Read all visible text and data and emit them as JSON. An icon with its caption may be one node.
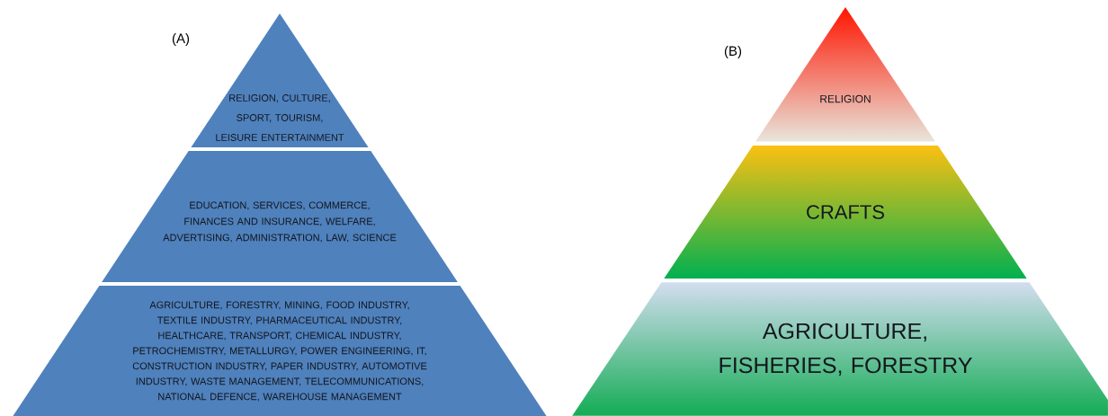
{
  "diagram": {
    "nodes": [
      {
        "text": [
          "RELIGION, CULTURE, SPORT, TOURISM, LEISURE ENTERTAINMENT"
        ]
      },
      {
        "text": [
          "EDUCATION, SERVICES, COMMERCE, FINANCES AND INSURANCE, WELFARE, ADVERTISING, ADMINISTRATION, LAW, SCIENCE"
        ]
      },
      {
        "text": [
          "AGRICULTURE, FORESTRY, MINING, FOOD INDUSTRY, TEXTILE INDUSTRY, PHARMACEUTICAL INDUSTRY, HEALTHCARE, TRANSPORT, CHEMICAL INDUSTRY, PETROCHEMISTRY, METALLURGY, POWER ENGINEERING, IT, CONSTRUCTION INDUSTRY, PAPER INDUSTRY, AUTOMOTIVE INDUSTRY, WASTE MANAGEMENT, TELECOMMUNICATIONS, NATIONAL DEFENCE, WAREHOUSE MANAGEMENT"
        ]
      },
      {
        "text": [
          "RELIGION"
        ]
      },
      {
        "text": [
          "CRAFTS"
        ]
      },
      {
        "text": [
          "AGRICULTURE, FISHERIES, FORESTRY"
        ]
      }
    ],
    "labels": [
      "(A)",
      "(B)"
    ]
  }
}
